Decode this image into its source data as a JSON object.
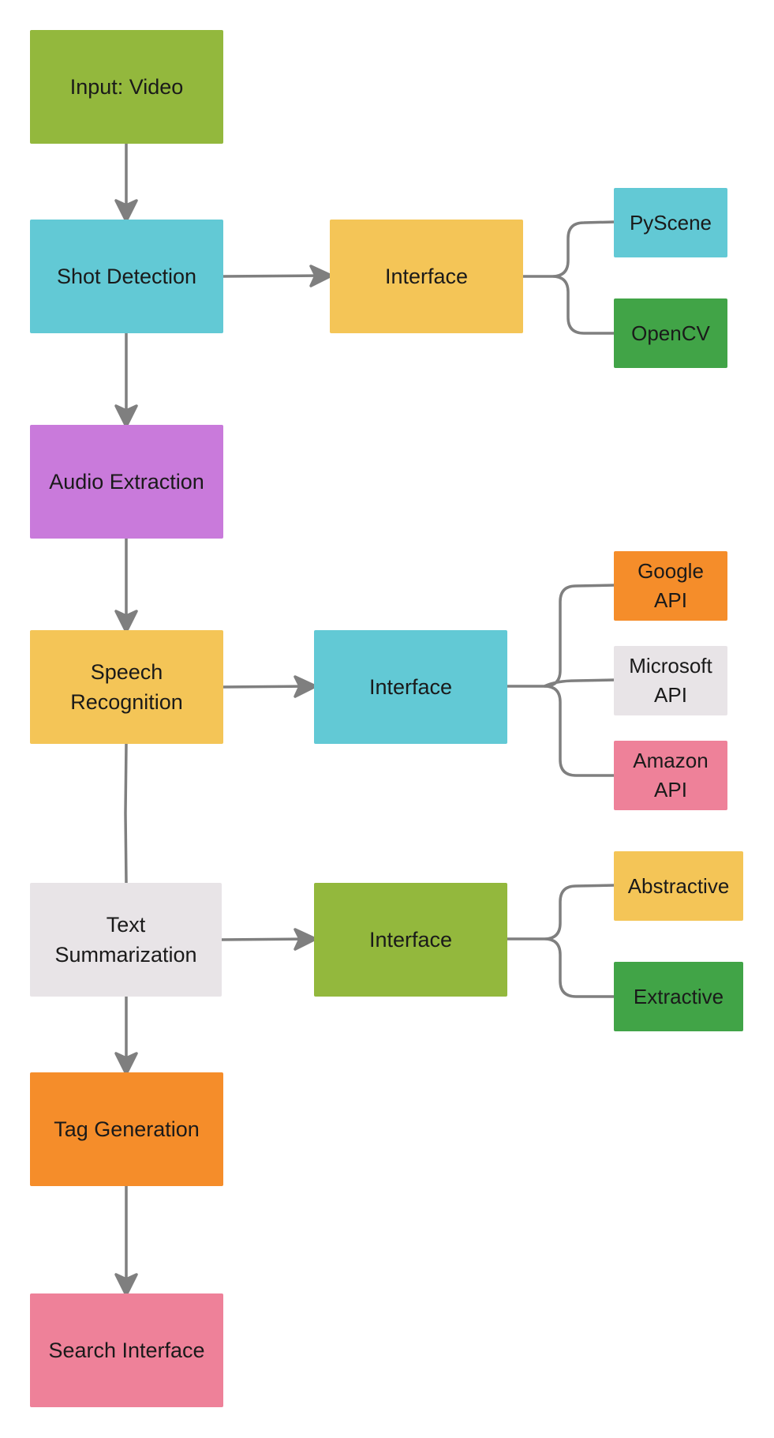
{
  "colors": {
    "green_light": "#93b83d",
    "cyan": "#62c9d5",
    "yellow": "#f4c557",
    "purple": "#c97adb",
    "grey_light": "#e8e4e7",
    "orange": "#f58d2a",
    "pink": "#ee8199",
    "green_dark": "#41a447",
    "connector": "#7f7f7f"
  },
  "nodes": {
    "input": {
      "label": "Input: Video",
      "color": "#93b83d"
    },
    "shot_detection": {
      "label": "Shot Detection",
      "color": "#62c9d5"
    },
    "audio_extraction": {
      "label": "Audio Extraction",
      "color": "#c97adb"
    },
    "speech_recognition": {
      "label": "Speech\nRecognition",
      "color": "#f4c557"
    },
    "text_summarization": {
      "label": "Text\nSummarization",
      "color": "#e8e4e7"
    },
    "tag_generation": {
      "label": "Tag Generation",
      "color": "#f58d2a"
    },
    "search_interface": {
      "label": "Search Interface",
      "color": "#ee8199"
    },
    "interface_shot": {
      "label": "Interface",
      "color": "#f4c557"
    },
    "interface_speech": {
      "label": "Interface",
      "color": "#62c9d5"
    },
    "interface_text": {
      "label": "Interface",
      "color": "#93b83d"
    },
    "pyscene": {
      "label": "PyScene",
      "color": "#62c9d5"
    },
    "opencv": {
      "label": "OpenCV",
      "color": "#41a447"
    },
    "google_api": {
      "label": "Google\nAPI",
      "color": "#f58d2a"
    },
    "microsoft_api": {
      "label": "Microsoft\nAPI",
      "color": "#e8e4e7"
    },
    "amazon_api": {
      "label": "Amazon\nAPI",
      "color": "#ee8199"
    },
    "abstractive": {
      "label": "Abstractive",
      "color": "#f4c557"
    },
    "extractive": {
      "label": "Extractive",
      "color": "#41a447"
    }
  }
}
